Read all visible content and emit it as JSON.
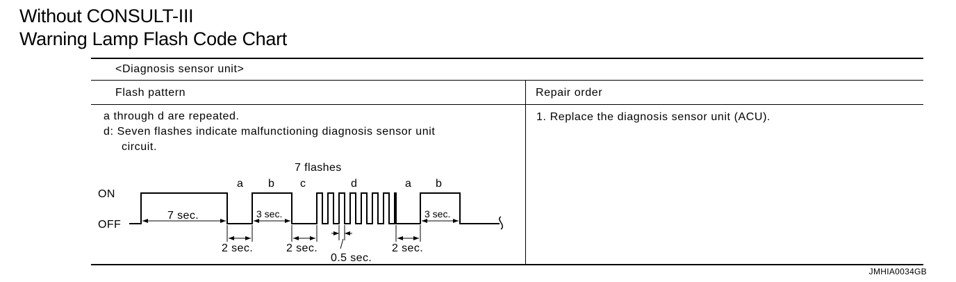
{
  "header": {
    "line1": "Without CONSULT-III",
    "line2": "Warning Lamp Flash Code Chart"
  },
  "table": {
    "section_title": "<Diagnosis sensor unit>",
    "col_flash_header": "Flash pattern",
    "col_repair_header": "Repair order",
    "flash_desc": [
      "a through d are repeated.",
      "d: Seven flashes indicate malfunctioning diagnosis sensor unit",
      "circuit."
    ],
    "repair_text": "1. Replace the diagnosis sensor unit (ACU)."
  },
  "diagram": {
    "on_label": "ON",
    "off_label": "OFF",
    "flashes_title": "7 flashes",
    "seg_labels": [
      "a",
      "b",
      "c",
      "d",
      "a",
      "b"
    ],
    "dur_7s": "7 sec.",
    "dur_3s": "3 sec.",
    "dur_2s": "2 sec.",
    "dur_05s": "0.5 sec."
  },
  "figure_code": "JMHIA0034GB"
}
